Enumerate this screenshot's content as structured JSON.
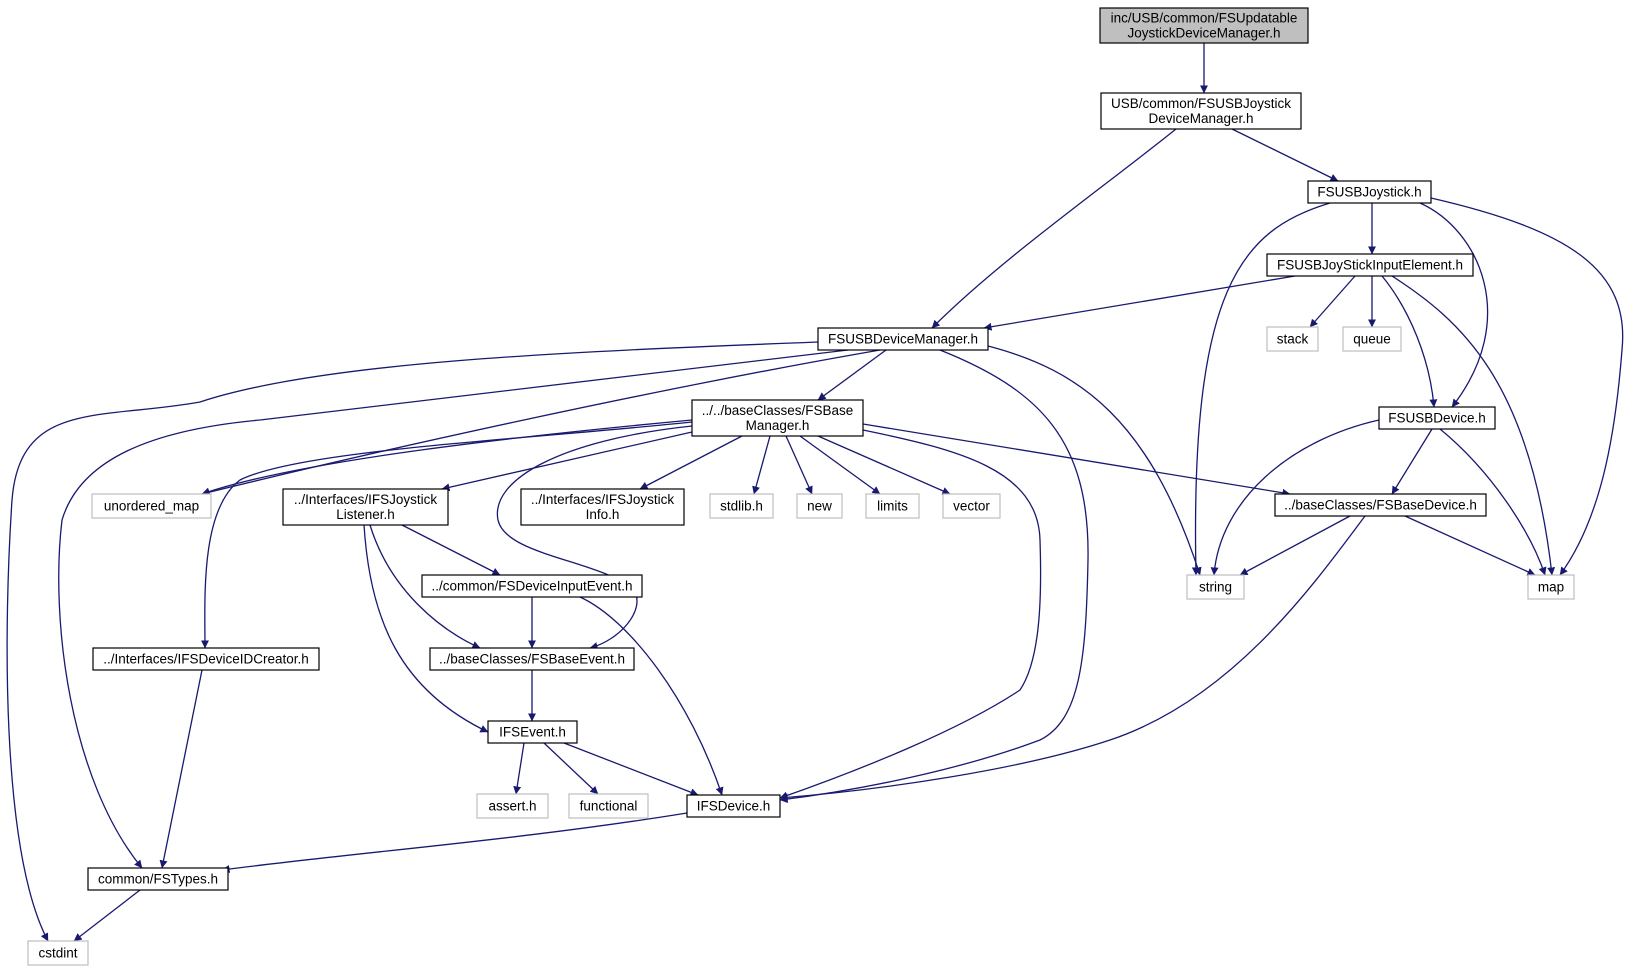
{
  "diagram": {
    "colors": {
      "edge": "#191970",
      "root_fill": "#bfbfbf",
      "node_stroke": "#000000",
      "system_stroke": "#bfbfbf",
      "text": "#000000"
    },
    "nodes": [
      {
        "id": "root",
        "kind": "root",
        "lines": [
          "inc/USB/common/FSUpdatable",
          "JoystickDeviceManager.h"
        ]
      },
      {
        "id": "usbjdm",
        "kind": "local",
        "lines": [
          "USB/common/FSUSBJoystick",
          "DeviceManager.h"
        ]
      },
      {
        "id": "usbjoy",
        "kind": "local",
        "lines": [
          "FSUSBJoystick.h"
        ]
      },
      {
        "id": "usbjie",
        "kind": "local",
        "lines": [
          "FSUSBJoyStickInputElement.h"
        ]
      },
      {
        "id": "usbdm",
        "kind": "local",
        "lines": [
          "FSUSBDeviceManager.h"
        ]
      },
      {
        "id": "stack",
        "kind": "system",
        "lines": [
          "stack"
        ]
      },
      {
        "id": "queue",
        "kind": "system",
        "lines": [
          "queue"
        ]
      },
      {
        "id": "basemgr",
        "kind": "local",
        "lines": [
          "../../baseClasses/FSBase",
          "Manager.h"
        ]
      },
      {
        "id": "usbdev",
        "kind": "local",
        "lines": [
          "FSUSBDevice.h"
        ]
      },
      {
        "id": "umap",
        "kind": "system",
        "lines": [
          "unordered_map"
        ]
      },
      {
        "id": "ijl",
        "kind": "local",
        "lines": [
          "../Interfaces/IFSJoystick",
          "Listener.h"
        ]
      },
      {
        "id": "iji",
        "kind": "local",
        "lines": [
          "../Interfaces/IFSJoystick",
          "Info.h"
        ]
      },
      {
        "id": "stdlib",
        "kind": "system",
        "lines": [
          "stdlib.h"
        ]
      },
      {
        "id": "new",
        "kind": "system",
        "lines": [
          "new"
        ]
      },
      {
        "id": "limits",
        "kind": "system",
        "lines": [
          "limits"
        ]
      },
      {
        "id": "vector",
        "kind": "system",
        "lines": [
          "vector"
        ]
      },
      {
        "id": "basedev",
        "kind": "local",
        "lines": [
          "../baseClasses/FSBaseDevice.h"
        ]
      },
      {
        "id": "string",
        "kind": "system",
        "lines": [
          "string"
        ]
      },
      {
        "id": "map",
        "kind": "system",
        "lines": [
          "map"
        ]
      },
      {
        "id": "devin",
        "kind": "local",
        "lines": [
          "../common/FSDeviceInputEvent.h"
        ]
      },
      {
        "id": "idcreator",
        "kind": "local",
        "lines": [
          "../Interfaces/IFSDeviceIDCreator.h"
        ]
      },
      {
        "id": "baseevt",
        "kind": "local",
        "lines": [
          "../baseClasses/FSBaseEvent.h"
        ]
      },
      {
        "id": "ifsevent",
        "kind": "local",
        "lines": [
          "IFSEvent.h"
        ]
      },
      {
        "id": "assert",
        "kind": "system",
        "lines": [
          "assert.h"
        ]
      },
      {
        "id": "functional",
        "kind": "system",
        "lines": [
          "functional"
        ]
      },
      {
        "id": "ifsdevice",
        "kind": "local",
        "lines": [
          "IFSDevice.h"
        ]
      },
      {
        "id": "fstypes",
        "kind": "local",
        "lines": [
          "common/FSTypes.h"
        ]
      },
      {
        "id": "cstdint",
        "kind": "system",
        "lines": [
          "cstdint"
        ]
      }
    ],
    "edges": [
      [
        "root",
        "usbjdm"
      ],
      [
        "usbjdm",
        "usbdm"
      ],
      [
        "usbjdm",
        "usbjoy"
      ],
      [
        "usbjoy",
        "usbjie"
      ],
      [
        "usbjoy",
        "string"
      ],
      [
        "usbjoy",
        "usbdev"
      ],
      [
        "usbjoy",
        "map"
      ],
      [
        "usbjie",
        "usbdm"
      ],
      [
        "usbjie",
        "stack"
      ],
      [
        "usbjie",
        "queue"
      ],
      [
        "usbjie",
        "usbdev"
      ],
      [
        "usbjie",
        "map"
      ],
      [
        "usbdm",
        "basemgr"
      ],
      [
        "usbdm",
        "umap"
      ],
      [
        "usbdm",
        "cstdint"
      ],
      [
        "usbdm",
        "fstypes"
      ],
      [
        "usbdm",
        "ifsdevice"
      ],
      [
        "usbdm",
        "string"
      ],
      [
        "basemgr",
        "umap"
      ],
      [
        "basemgr",
        "idcreator"
      ],
      [
        "basemgr",
        "ijl"
      ],
      [
        "basemgr",
        "baseevt"
      ],
      [
        "basemgr",
        "iji"
      ],
      [
        "basemgr",
        "stdlib"
      ],
      [
        "basemgr",
        "new"
      ],
      [
        "basemgr",
        "limits"
      ],
      [
        "basemgr",
        "vector"
      ],
      [
        "basemgr",
        "ifsdevice"
      ],
      [
        "basemgr",
        "basedev"
      ],
      [
        "usbdev",
        "basedev"
      ],
      [
        "usbdev",
        "string"
      ],
      [
        "usbdev",
        "map"
      ],
      [
        "basedev",
        "string"
      ],
      [
        "basedev",
        "map"
      ],
      [
        "basedev",
        "ifsdevice"
      ],
      [
        "ijl",
        "devin"
      ],
      [
        "ijl",
        "baseevt"
      ],
      [
        "ijl",
        "ifsevent"
      ],
      [
        "devin",
        "baseevt"
      ],
      [
        "devin",
        "ifsdevice"
      ],
      [
        "baseevt",
        "ifsevent"
      ],
      [
        "ifsevent",
        "assert"
      ],
      [
        "ifsevent",
        "functional"
      ],
      [
        "ifsevent",
        "ifsdevice"
      ],
      [
        "ifsdevice",
        "fstypes"
      ],
      [
        "idcreator",
        "fstypes"
      ],
      [
        "fstypes",
        "cstdint"
      ]
    ]
  }
}
